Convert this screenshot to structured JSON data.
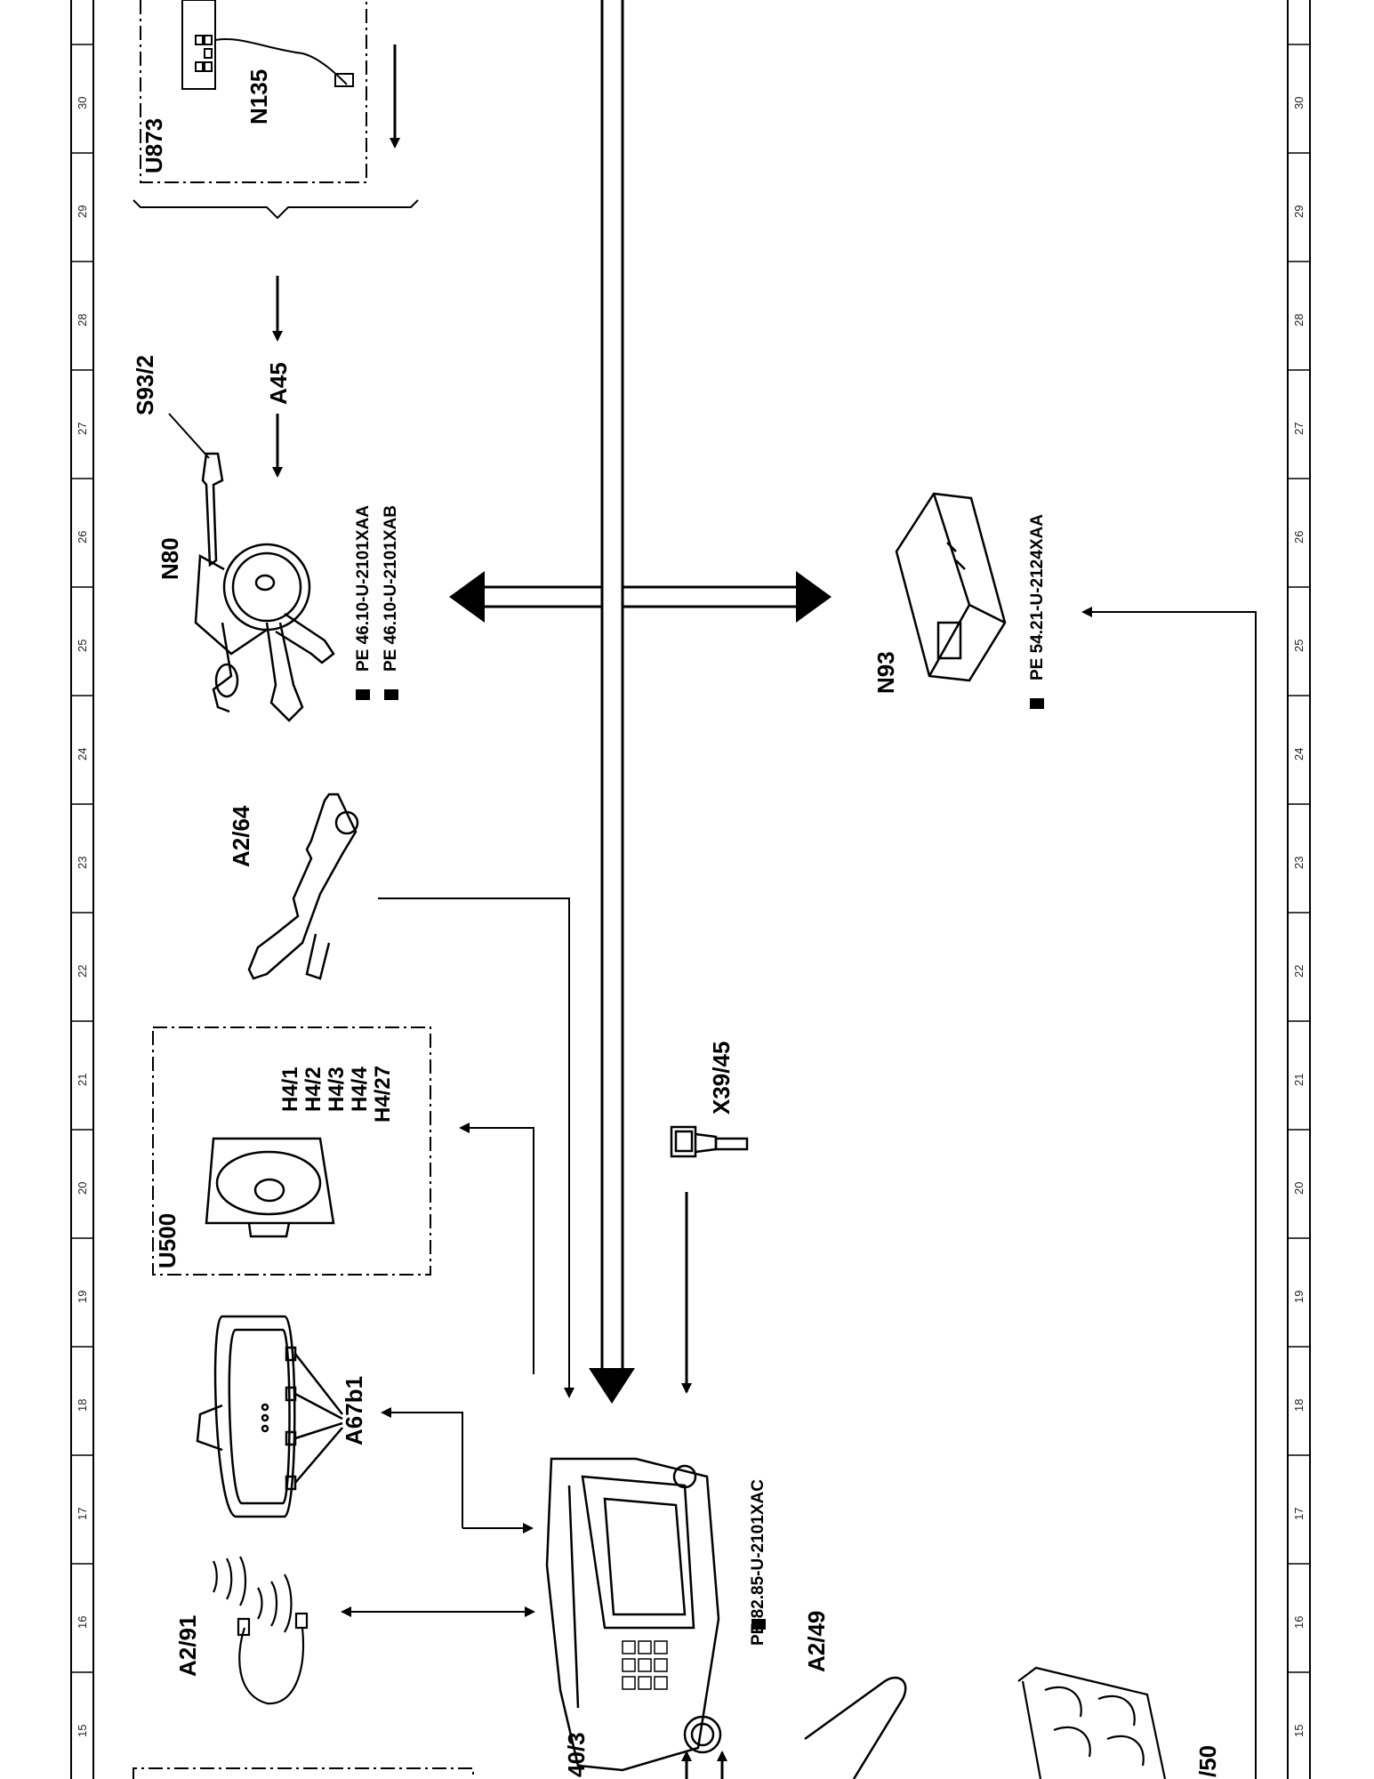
{
  "ruler": {
    "numbers": [
      "30",
      "29",
      "28",
      "27",
      "26",
      "25",
      "24",
      "23",
      "22",
      "21",
      "20",
      "19",
      "18",
      "17",
      "16",
      "15"
    ]
  },
  "components": {
    "u873": "U873",
    "n135": "N135",
    "s93_2": "S93/2",
    "a45": "A45",
    "n80": "N80",
    "n93": "N93",
    "a2_64": "A2/64",
    "u500": "U500",
    "h4_1": "H4/1",
    "h4_2": "H4/2",
    "h4_3": "H4/3",
    "h4_4": "H4/4",
    "h4_27": "H4/27",
    "x39_45": "X39/45",
    "a67b1": "A67b1",
    "a2_91": "A2/91",
    "a2_49": "A2/49",
    "a40_3_partial": "40/3",
    "bottom_right_partial": "/50"
  },
  "references": {
    "n80_ref1": "PE  46.10-U-2101XAA",
    "n80_ref2": "PE  46.10-U-2101XAB",
    "n93_ref": "PE  54.21-U-2124XAA",
    "a40_ref": "PE  82.85-U-2101XAC"
  },
  "icons": [
    "hand-pointer-icon"
  ],
  "colors": {
    "line": "#000000",
    "background": "#ffffff"
  }
}
